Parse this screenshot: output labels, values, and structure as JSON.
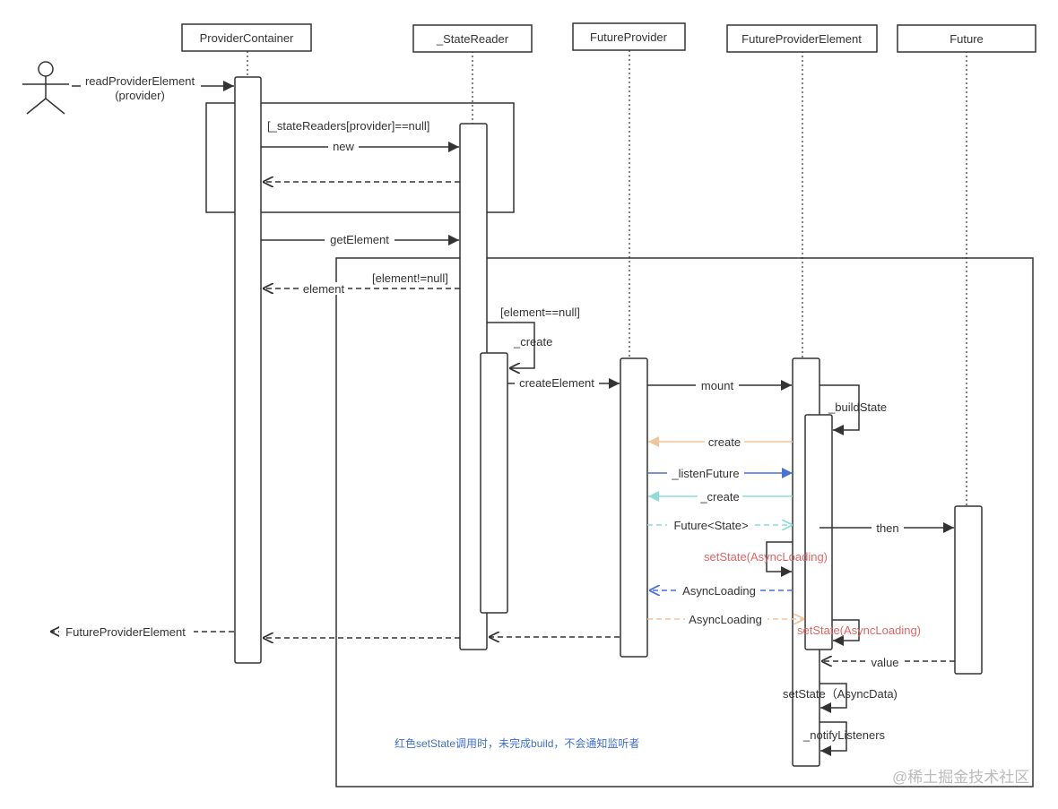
{
  "participants": [
    {
      "id": "pc",
      "label": "ProviderContainer"
    },
    {
      "id": "sr",
      "label": "_StateReader"
    },
    {
      "id": "fp",
      "label": "FutureProvider"
    },
    {
      "id": "fpe",
      "label": "FutureProviderElement"
    },
    {
      "id": "fut",
      "label": "Future"
    }
  ],
  "actor_call": {
    "line1": "readProviderElement",
    "line2": "(provider)"
  },
  "frames": [
    {
      "guard": "[_stateReaders[provider]==null]"
    },
    {
      "guard": "[element!=null]"
    }
  ],
  "messages": [
    {
      "id": "new",
      "label": "new"
    },
    {
      "id": "getElement",
      "label": "getElement"
    },
    {
      "id": "element",
      "label": "element"
    },
    {
      "id": "elementNull",
      "label": "[element==null]"
    },
    {
      "id": "create_self",
      "label": "_create"
    },
    {
      "id": "createElement",
      "label": "createElement"
    },
    {
      "id": "mount",
      "label": "mount"
    },
    {
      "id": "buildState",
      "label": "_buildState"
    },
    {
      "id": "create",
      "label": "create"
    },
    {
      "id": "listenFuture",
      "label": "_listenFuture"
    },
    {
      "id": "create2",
      "label": "_create"
    },
    {
      "id": "futureState",
      "label": "Future<State>"
    },
    {
      "id": "then",
      "label": "then"
    },
    {
      "id": "setStateLoading1",
      "label": "setState(AsyncLoading)"
    },
    {
      "id": "asyncLoading1",
      "label": "AsyncLoading"
    },
    {
      "id": "asyncLoading2",
      "label": "AsyncLoading"
    },
    {
      "id": "setStateLoading2",
      "label": "setState(AsyncLoading)"
    },
    {
      "id": "value",
      "label": "value"
    },
    {
      "id": "setStateData",
      "label": "setState（AsyncData)"
    },
    {
      "id": "notify",
      "label": "_notifyListeners"
    },
    {
      "id": "result",
      "label": "FutureProviderElement"
    }
  ],
  "note": "红色setState调用时，未完成build，不会通知监听者",
  "watermark": "@稀土掘金技术社区",
  "colors": {
    "line": "#333333",
    "orange": "#f2c49b",
    "blue": "#4a6fd8",
    "cyan": "#8fdcd8",
    "red": "#e06666",
    "note": "#3f6fd1",
    "watermark": "#bbbbbb"
  }
}
